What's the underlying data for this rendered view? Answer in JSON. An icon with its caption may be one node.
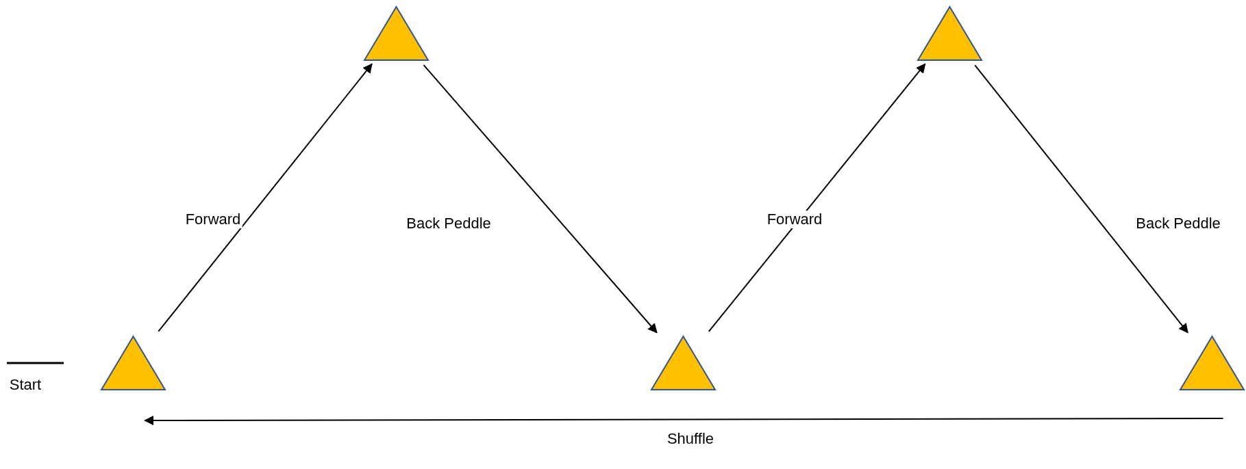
{
  "diagram": {
    "nodes": [
      {
        "text": [],
        "shape": "triangle"
      },
      {
        "text": [],
        "shape": "triangle"
      },
      {
        "text": [],
        "shape": "triangle"
      },
      {
        "text": [],
        "shape": "triangle"
      },
      {
        "text": [],
        "shape": "triangle"
      }
    ],
    "edges": [
      {
        "from": 0,
        "to": 1,
        "arrow": "to",
        "label": "Forward"
      },
      {
        "from": 1,
        "to": 2,
        "arrow": "to",
        "label": "Back Peddle"
      },
      {
        "from": 2,
        "to": 3,
        "arrow": "to",
        "label": "Forward"
      },
      {
        "from": 3,
        "to": 4,
        "arrow": "to",
        "label": "Back Peddle"
      },
      {
        "from": 4,
        "to": 0,
        "arrow": "to",
        "label": "Shuffle"
      }
    ],
    "labels": [
      "Start"
    ]
  }
}
